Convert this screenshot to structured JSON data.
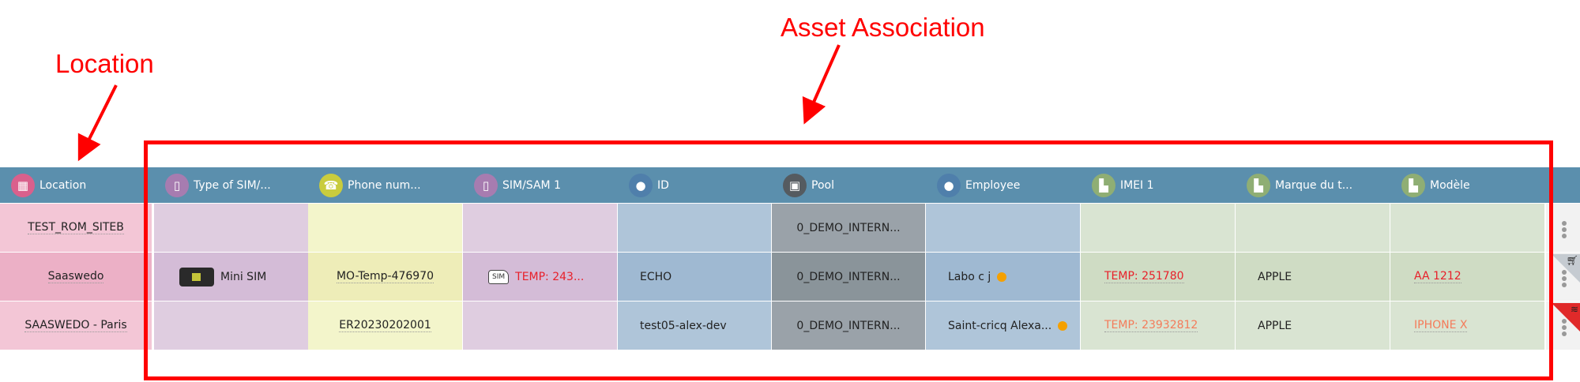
{
  "annotations": {
    "location": "Location",
    "asset": "Asset Association"
  },
  "colors": {
    "header": "#5b8fad",
    "temp_red": "#e8202a",
    "temp_orange": "#f47b5a",
    "status_dot": "#f5a000"
  },
  "headers": [
    {
      "label": "Location",
      "icon": "building-icon",
      "color": "#d9608c"
    },
    {
      "label": "Type of SIM/...",
      "icon": "sim-card-icon",
      "color": "#a77cb0"
    },
    {
      "label": "Phone num...",
      "icon": "phone-icon",
      "color": "#c9cc3d"
    },
    {
      "label": "SIM/SAM 1",
      "icon": "sim-card-icon",
      "color": "#a77cb0"
    },
    {
      "label": "ID",
      "icon": "person-icon",
      "color": "#4f7fab"
    },
    {
      "label": "Pool",
      "icon": "box-icon",
      "color": "#555b60"
    },
    {
      "label": "Employee",
      "icon": "person-icon",
      "color": "#4f7fab"
    },
    {
      "label": "IMEI 1",
      "icon": "devices-icon",
      "color": "#8fae74"
    },
    {
      "label": "Marque du t...",
      "icon": "devices-icon",
      "color": "#8fae74"
    },
    {
      "label": "Modèle",
      "icon": "devices-icon",
      "color": "#8fae74"
    }
  ],
  "rows": [
    {
      "location": "TEST_ROM_SITEB",
      "sim_type": "",
      "phone": "",
      "sim_sam": "",
      "id": "",
      "pool": "0_DEMO_INTERN...",
      "employee": "",
      "imei": "",
      "marque": "",
      "modele": "",
      "flag": ""
    },
    {
      "location": "Saaswedo",
      "sim_type": "Mini SIM",
      "phone": "MO-Temp-476970",
      "sim_sam": "TEMP: 243...",
      "sim_sam_tag": "SIM",
      "id": "ECHO",
      "pool": "0_DEMO_INTERN...",
      "employee": "Labo c j",
      "imei": "TEMP: 251780",
      "marque": "APPLE",
      "modele": "AA 1212",
      "flag": "cart"
    },
    {
      "location": "SAASWEDO - Paris",
      "sim_type": "",
      "phone": "ER20230202001",
      "sim_sam": "",
      "id": "test05-alex-dev",
      "pool": "0_DEMO_INTERN...",
      "employee": "Saint-cricq Alexa...",
      "imei": "TEMP: 23932812",
      "marque": "APPLE",
      "modele": "IPHONE X",
      "flag": "alert"
    }
  ]
}
